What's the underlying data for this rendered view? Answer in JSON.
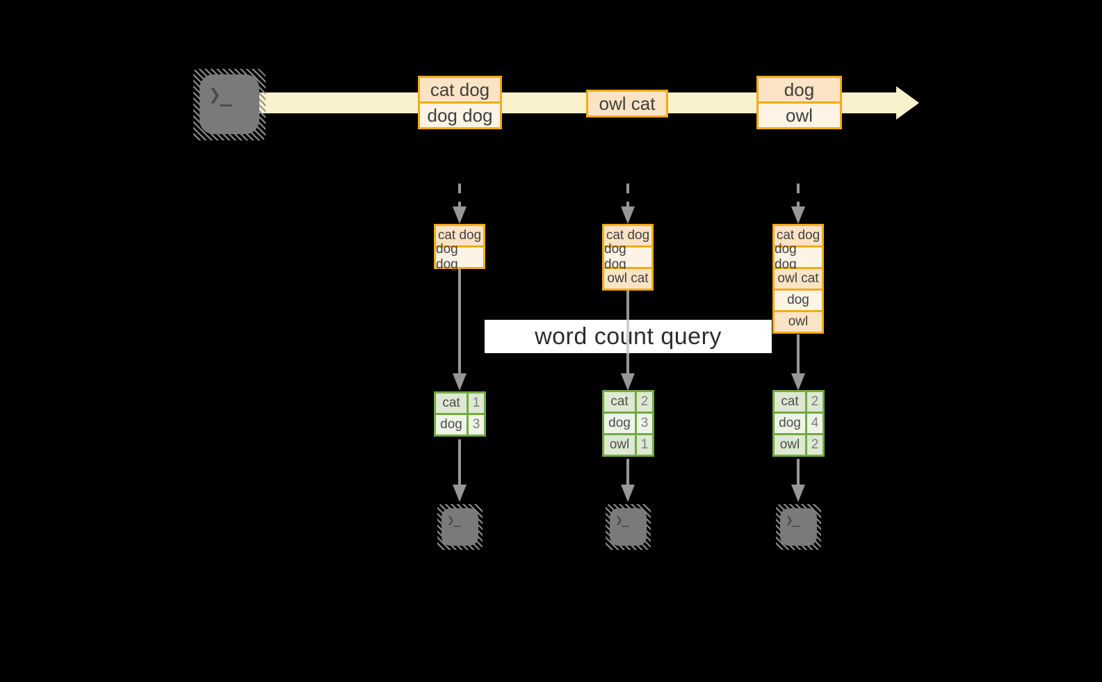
{
  "labels": {
    "query": "word count query"
  },
  "icons": {
    "terminal_glyph": "❯_"
  },
  "stream": {
    "batches": [
      {
        "cells": [
          "cat dog",
          "dog dog"
        ]
      },
      {
        "cells": [
          "owl cat"
        ]
      },
      {
        "cells": [
          "dog",
          "owl"
        ]
      }
    ]
  },
  "columns": [
    {
      "micro_batch": [
        "cat dog",
        "dog dog"
      ],
      "counts": [
        {
          "word": "cat",
          "count": "1"
        },
        {
          "word": "dog",
          "count": "3"
        }
      ]
    },
    {
      "micro_batch": [
        "cat dog",
        "dog dog",
        "owl cat"
      ],
      "counts": [
        {
          "word": "cat",
          "count": "2"
        },
        {
          "word": "dog",
          "count": "3"
        },
        {
          "word": "owl",
          "count": "1"
        }
      ]
    },
    {
      "micro_batch": [
        "cat dog",
        "dog dog",
        "owl cat",
        "dog",
        "owl"
      ],
      "counts": [
        {
          "word": "cat",
          "count": "2"
        },
        {
          "word": "dog",
          "count": "4"
        },
        {
          "word": "owl",
          "count": "2"
        }
      ]
    }
  ],
  "colors": {
    "background": "#000000",
    "stream_band": "#faf2cd",
    "batch_fill_dark": "#fae4c4",
    "batch_fill_light": "#fdf4e6",
    "batch_border": "#f2ab17",
    "table_border": "#73a942",
    "table_fill_dark": "#dde9d2",
    "table_fill_light": "#eff4e9",
    "arrow_gray": "#979797",
    "terminal_gray": "#7a7a7a",
    "label_bg": "#ffffff"
  }
}
